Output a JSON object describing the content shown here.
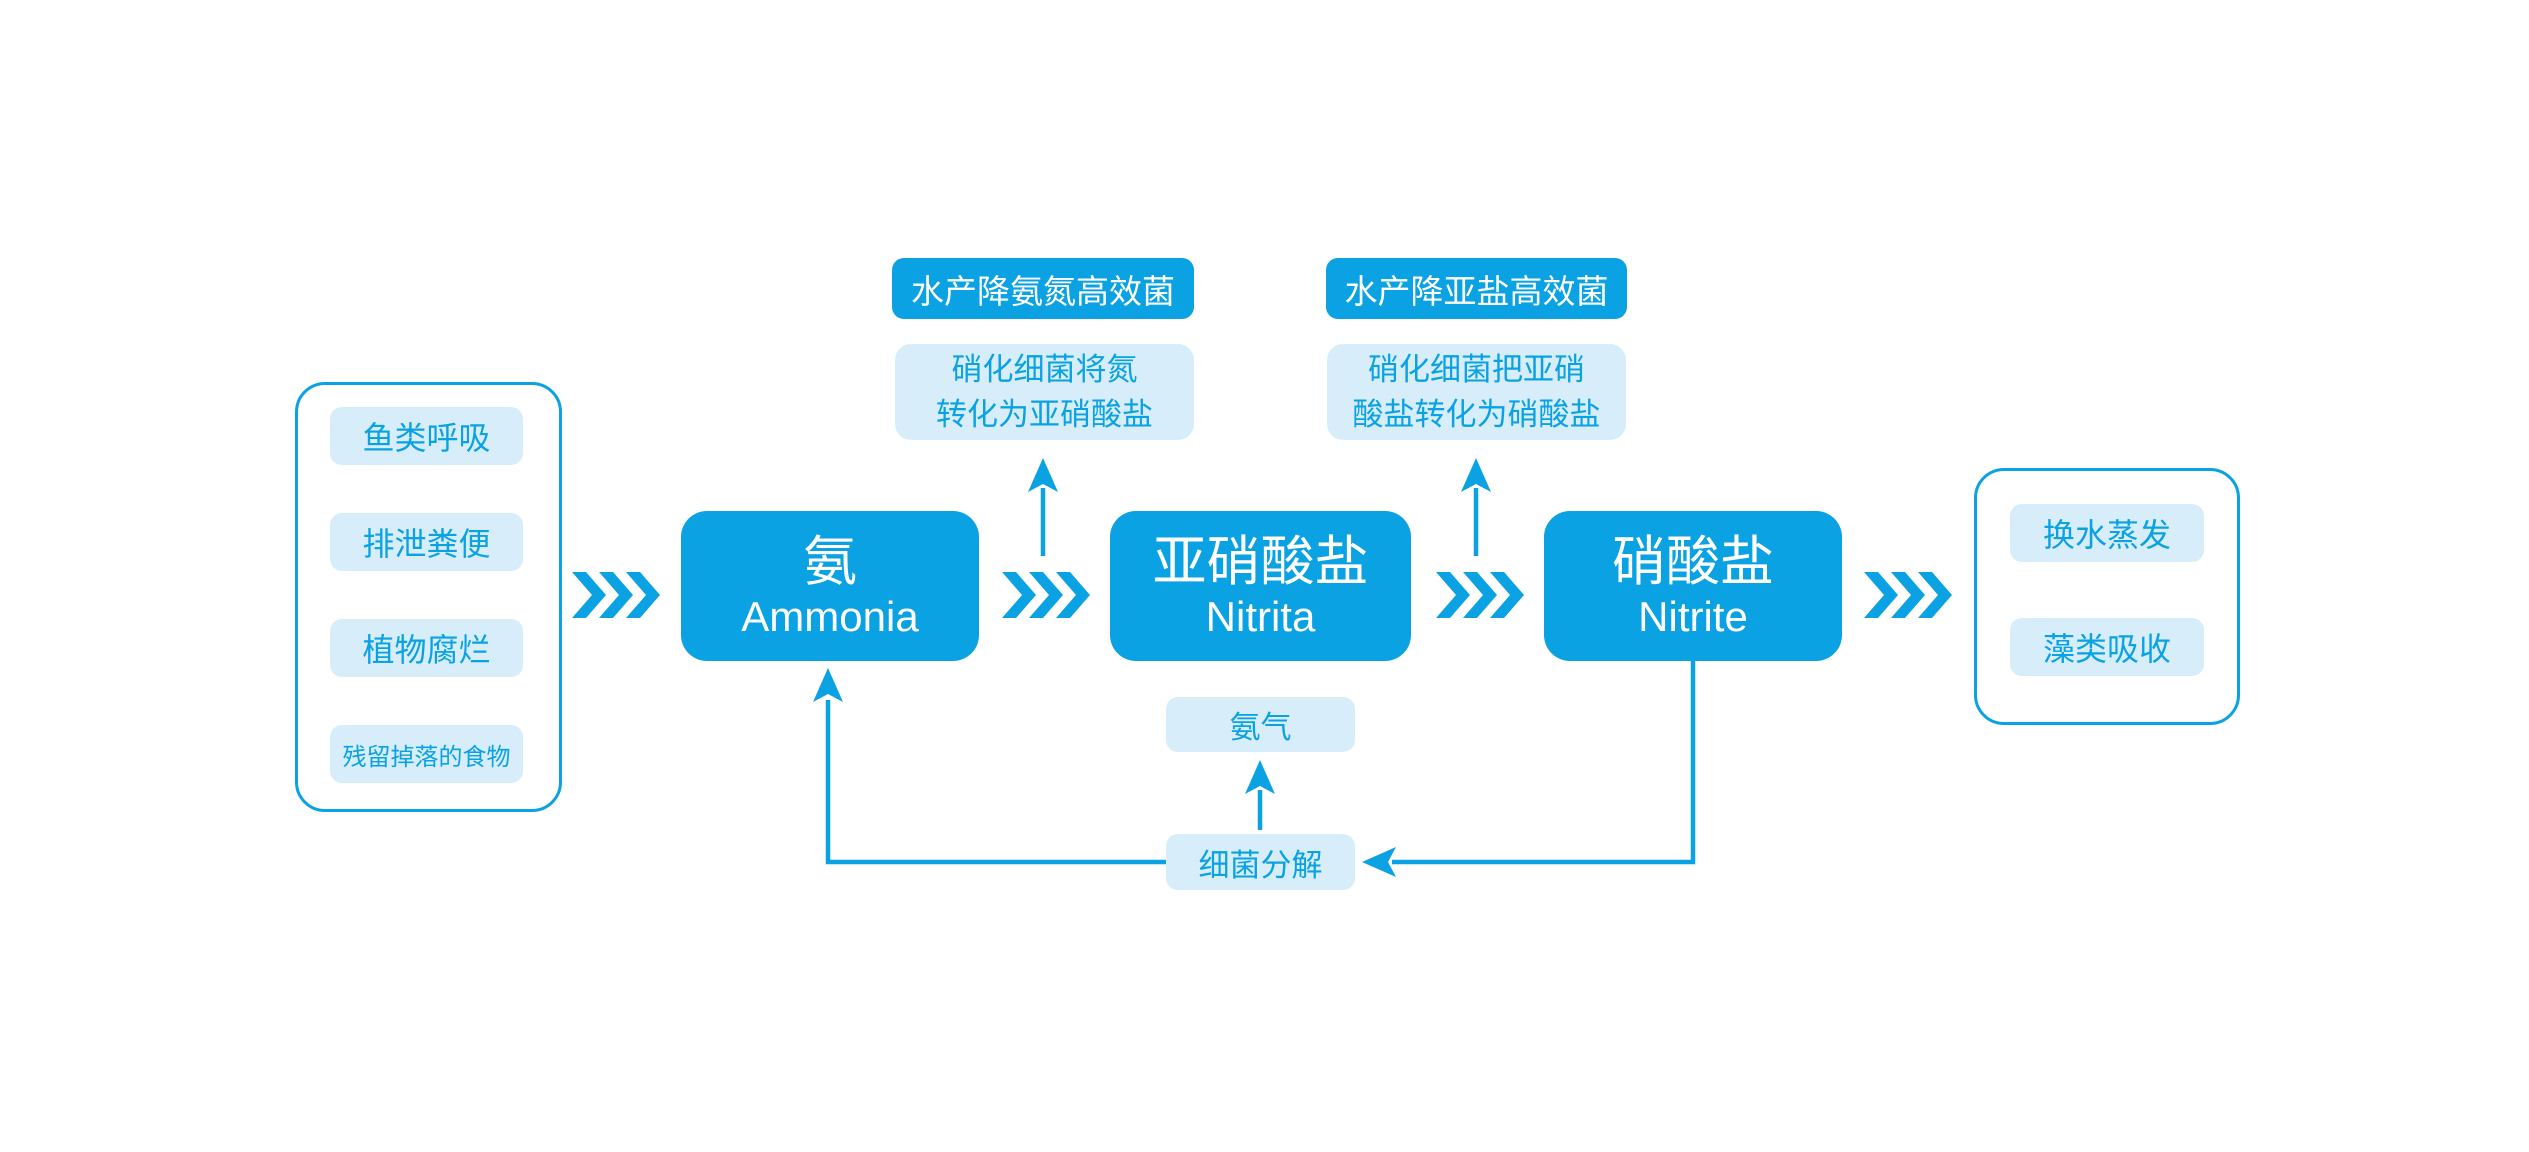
{
  "colors": {
    "accent": "#0aa2e2",
    "light_fill": "#d7edfa",
    "background": "#ffffff"
  },
  "sources_panel": {
    "items": [
      "鱼类呼吸",
      "排泄粪便",
      "植物腐烂",
      "残留掉落的食物"
    ]
  },
  "stages": [
    {
      "zh": "氨",
      "en": "Ammonia"
    },
    {
      "zh": "亚硝酸盐",
      "en": "Nitrita"
    },
    {
      "zh": "硝酸盐",
      "en": "Nitrite"
    }
  ],
  "boosters": [
    {
      "product": "水产降氨氮高效菌",
      "line1": "硝化细菌将氮",
      "line2": "转化为亚硝酸盐"
    },
    {
      "product": "水产降亚盐高效菌",
      "line1": "硝化细菌把亚硝",
      "line2": "酸盐转化为硝酸盐"
    }
  ],
  "decomposition": {
    "ammonia_gas": "氨气",
    "bacteria": "细菌分解"
  },
  "sinks_panel": {
    "items": [
      "换水蒸发",
      "藻类吸收"
    ]
  }
}
